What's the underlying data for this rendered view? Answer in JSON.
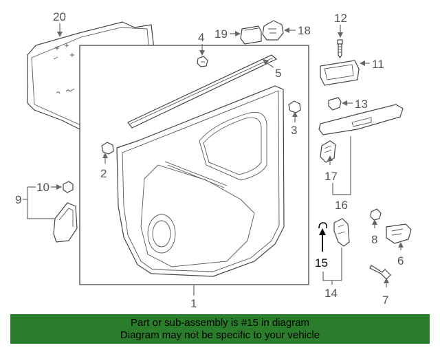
{
  "diagram": {
    "callouts": {
      "c1": "1",
      "c2": "2",
      "c3": "3",
      "c4": "4",
      "c5": "5",
      "c6": "6",
      "c7": "7",
      "c8": "8",
      "c9": "9",
      "c10": "10",
      "c11": "11",
      "c12": "12",
      "c13": "13",
      "c14": "14",
      "c15": "15",
      "c16": "16",
      "c17": "17",
      "c18": "18",
      "c19": "19",
      "c20": "20"
    },
    "highlighted_part": "15"
  },
  "footer": {
    "line1": "Part or sub-assembly is #15 in diagram",
    "line2": "Diagram may not be specific to your vehicle",
    "background_color": "#2a7d2a"
  }
}
